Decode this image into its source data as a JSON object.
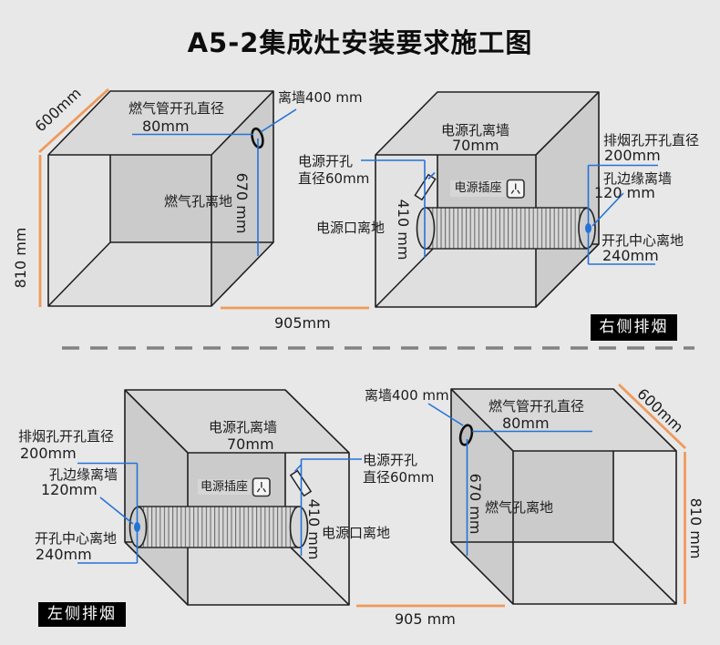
{
  "title": "A5-2集成灶安装要求施工图",
  "colors": {
    "background": "#e8e8e8",
    "box_top_face": "#d9d9d9",
    "box_back_face": "#cbcbcb",
    "box_side_face": "#cccccc",
    "box_inner_wall": "#e3e3e3",
    "box_floor": "#dfdfdf",
    "outline": "#1f1f1f",
    "leader_blue": "#2472d8",
    "dimension_orange": "#f09a5c",
    "badge_bg": "#000000",
    "badge_text": "#ffffff"
  },
  "badges": {
    "right_exhaust": "右侧排烟",
    "left_exhaust": "左侧排烟"
  },
  "boxes": {
    "gas_top": {
      "depth": "600mm",
      "height": "810 mm",
      "width": "905mm",
      "hole_title": "燃气管开孔直径",
      "hole_diameter": "80mm",
      "hole_floor_label": "燃气孔离地",
      "hole_floor_value": "670 mm",
      "wall_distance": "离墙400 mm"
    },
    "duct_top": {
      "power_hole_wall": "电源孔离墙",
      "power_hole_wall_value": "70mm",
      "power_open": "电源开孔",
      "power_open_diameter": "直径60mm",
      "socket": "电源插座",
      "power_height_value": "410 mm",
      "power_ground": "电源口离地",
      "exhaust_title": "排烟孔开孔直径",
      "exhaust_diameter": "200mm",
      "edge_wall": "孔边缘离墙",
      "edge_wall_value": "120 mm",
      "center_ground": "开孔中心离地",
      "center_ground_value": "240mm"
    },
    "duct_bottom": {
      "power_hole_wall": "电源孔离墙",
      "power_hole_wall_value": "70mm",
      "power_open": "电源开孔",
      "power_open_diameter": "直径60mm",
      "socket": "电源插座",
      "power_height_value": "410 mm",
      "power_ground": "电源口离地",
      "exhaust_title": "排烟孔开孔直径",
      "exhaust_diameter": "200mm",
      "edge_wall": "孔边缘离墙",
      "edge_wall_value": "120mm",
      "center_ground": "开孔中心离地",
      "center_ground_value": "240mm"
    },
    "gas_bottom": {
      "depth": "600mm",
      "height": "810 mm",
      "width": "905 mm",
      "hole_title": "燃气管开孔直径",
      "hole_diameter": "80mm",
      "hole_floor_label": "燃气孔离地",
      "hole_floor_value": "670 mm",
      "wall_distance": "离墙400 mm"
    }
  }
}
